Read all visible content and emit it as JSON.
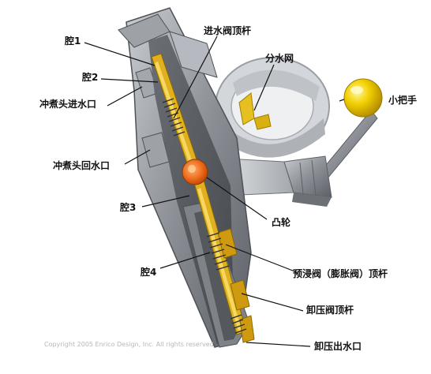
{
  "labels": {
    "cavity1": "腔1",
    "cavity2": "腔2",
    "brew_inlet": "冲煮头进水口",
    "brew_return": "冲煮头回水口",
    "cavity3": "腔3",
    "cavity4": "腔4",
    "inlet_valve_rod": "进水阀顶杆",
    "water_net": "分水网",
    "small_handle": "小把手",
    "cam": "凸轮",
    "preinfusion_rod": "预浸阀（膨胀阀）顶杆",
    "relief_valve_rod": "卸压阀顶杆",
    "relief_outlet": "卸压出水口"
  },
  "copyright": "Copyright 2005 Enrico Design, Inc. All rights reserved",
  "colors": {
    "body_metal": "#8a8d92",
    "brass": "#e0b020",
    "cam": "#ee6a1a",
    "knob": "#f2d000"
  }
}
